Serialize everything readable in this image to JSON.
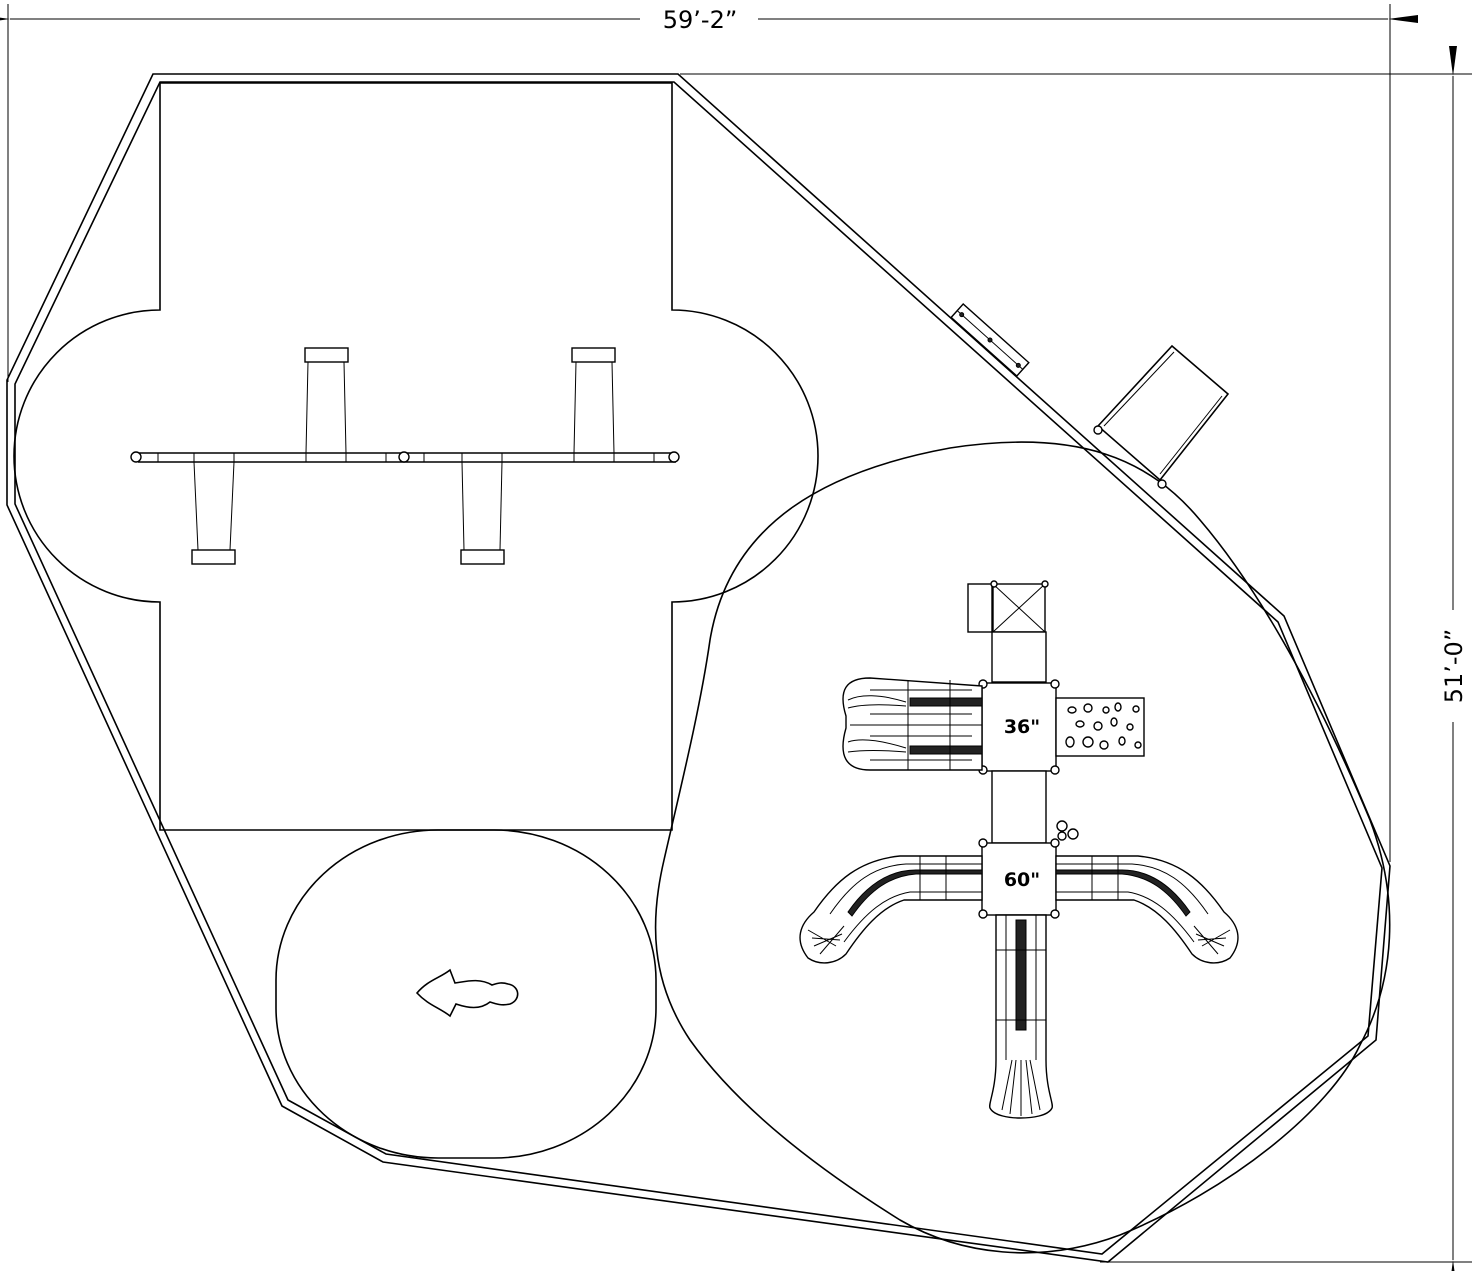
{
  "dimensions": {
    "width_label": "59’-2”",
    "height_label": "51’-0”"
  },
  "decks": {
    "upper": "36\"",
    "lower": "60\""
  },
  "colors": {
    "line": "#000000",
    "background": "#ffffff"
  }
}
